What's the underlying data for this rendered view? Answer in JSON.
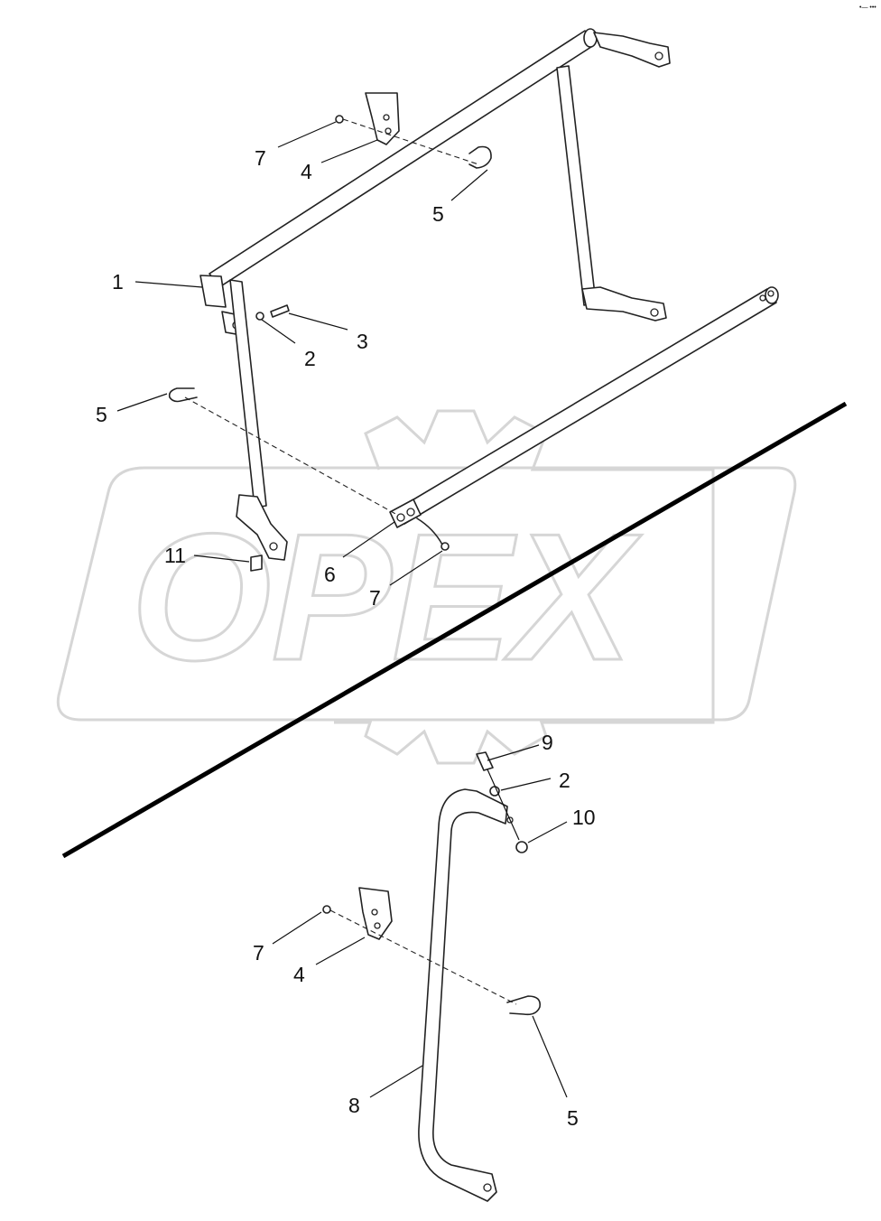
{
  "watermark": {
    "text": "OPEX"
  },
  "top_mark": "•— •••",
  "callouts": {
    "c7a": "7",
    "c4a": "4",
    "c5a": "5",
    "c1": "1",
    "c3": "3",
    "c2a": "2",
    "c5b": "5",
    "c11": "11",
    "c6": "6",
    "c7b": "7",
    "c9": "9",
    "c2b": "2",
    "c10": "10",
    "c7c": "7",
    "c4b": "4",
    "c8": "8",
    "c5c": "5"
  }
}
